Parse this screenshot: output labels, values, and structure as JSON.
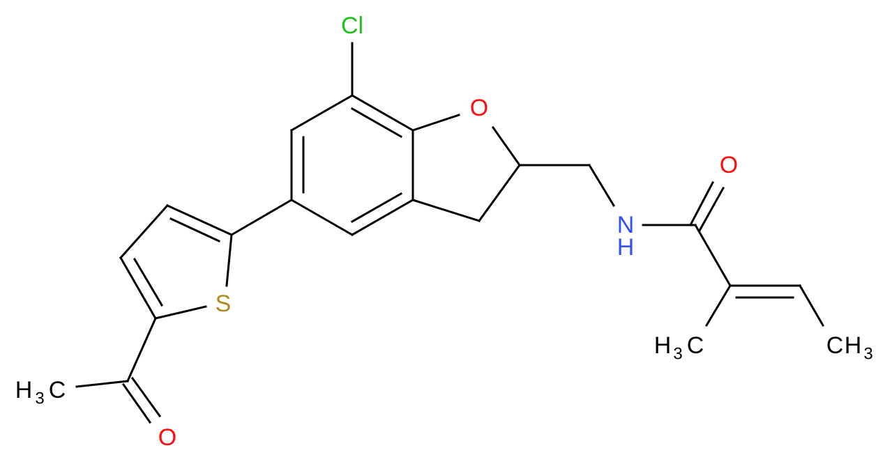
{
  "diagram": {
    "type": "chemical-structure",
    "compound_description": "N-[[5-(5-acetylthiophen-2-yl)-7-chloro-2,3-dihydro-1-benzofuran-2-yl]methyl]-2-methylbut-2-enamide",
    "colors": {
      "bond": "#000000",
      "carbon": "#000000",
      "chlorine": "#1fc21f",
      "oxygen": "#ff0d0d",
      "nitrogen": "#3050f8",
      "sulfur": "#b08a1e",
      "background": "#ffffff"
    },
    "labels": {
      "cl": "Cl",
      "o_ring": "O",
      "n": "N",
      "nh_h": "H",
      "o_amide": "O",
      "s": "S",
      "o_acetyl": "O",
      "methyl_acetyl_h": "H",
      "methyl_acetyl_sub": "3",
      "methyl_acetyl_c": "C",
      "methyl_left_h": "H",
      "methyl_left_sub": "3",
      "methyl_left_c": "C",
      "methyl_right_c": "C",
      "methyl_right_h": "H",
      "methyl_right_sub": "3"
    }
  }
}
